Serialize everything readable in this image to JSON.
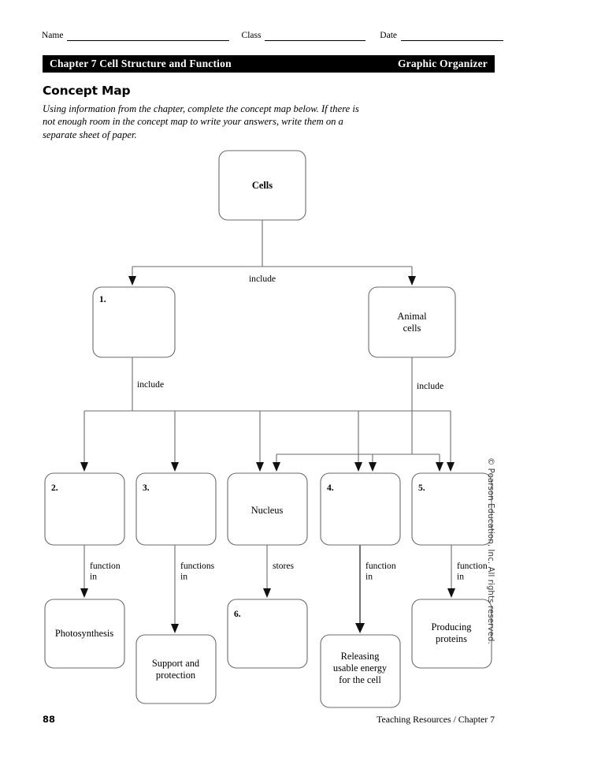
{
  "header": {
    "name_label": "Name",
    "class_label": "Class",
    "date_label": "Date",
    "chapter_title": "Chapter 7  Cell Structure and Function",
    "worksheet_type": "Graphic Organizer"
  },
  "section": {
    "title": "Concept Map",
    "instructions": "Using information from the chapter, complete the concept map below. If there is not enough room in the concept map to write your answers, write them on a separate sheet of paper."
  },
  "concept_map": {
    "nodes": [
      {
        "id": "cells",
        "label": "Cells",
        "number": "",
        "bold": true
      },
      {
        "id": "blank1",
        "label": "",
        "number": "1.",
        "bold": false
      },
      {
        "id": "animal_cells",
        "label": "Animal\ncells",
        "number": "",
        "bold": false
      },
      {
        "id": "blank2",
        "label": "",
        "number": "2.",
        "bold": false
      },
      {
        "id": "blank3",
        "label": "",
        "number": "3.",
        "bold": false
      },
      {
        "id": "nucleus",
        "label": "Nucleus",
        "number": "",
        "bold": false
      },
      {
        "id": "blank4",
        "label": "",
        "number": "4.",
        "bold": false
      },
      {
        "id": "blank5",
        "label": "",
        "number": "5.",
        "bold": false
      },
      {
        "id": "photosynthesis",
        "label": "Photosynthesis",
        "number": "",
        "bold": false
      },
      {
        "id": "support",
        "label": "Support and\nprotection",
        "number": "",
        "bold": false
      },
      {
        "id": "blank6",
        "label": "",
        "number": "6.",
        "bold": false
      },
      {
        "id": "releasing",
        "label": "Releasing\nusable energy\nfor the cell",
        "number": "",
        "bold": false
      },
      {
        "id": "producing",
        "label": "Producing\nproteins",
        "number": "",
        "bold": false
      }
    ],
    "edge_labels": [
      {
        "id": "include_top",
        "text": "include"
      },
      {
        "id": "include_left",
        "text": "include"
      },
      {
        "id": "include_right",
        "text": "include"
      },
      {
        "id": "function_in_1",
        "text": "function\nin"
      },
      {
        "id": "functions_in_2",
        "text": "functions\nin"
      },
      {
        "id": "stores",
        "text": "stores"
      },
      {
        "id": "function_in_3",
        "text": "function\nin"
      },
      {
        "id": "function_in_4",
        "text": "function\nin"
      }
    ]
  },
  "copyright": "© Pearson Education, Inc. All rights reserved.",
  "footer": {
    "page_number": "88",
    "source": "Teaching Resources / Chapter 7"
  }
}
